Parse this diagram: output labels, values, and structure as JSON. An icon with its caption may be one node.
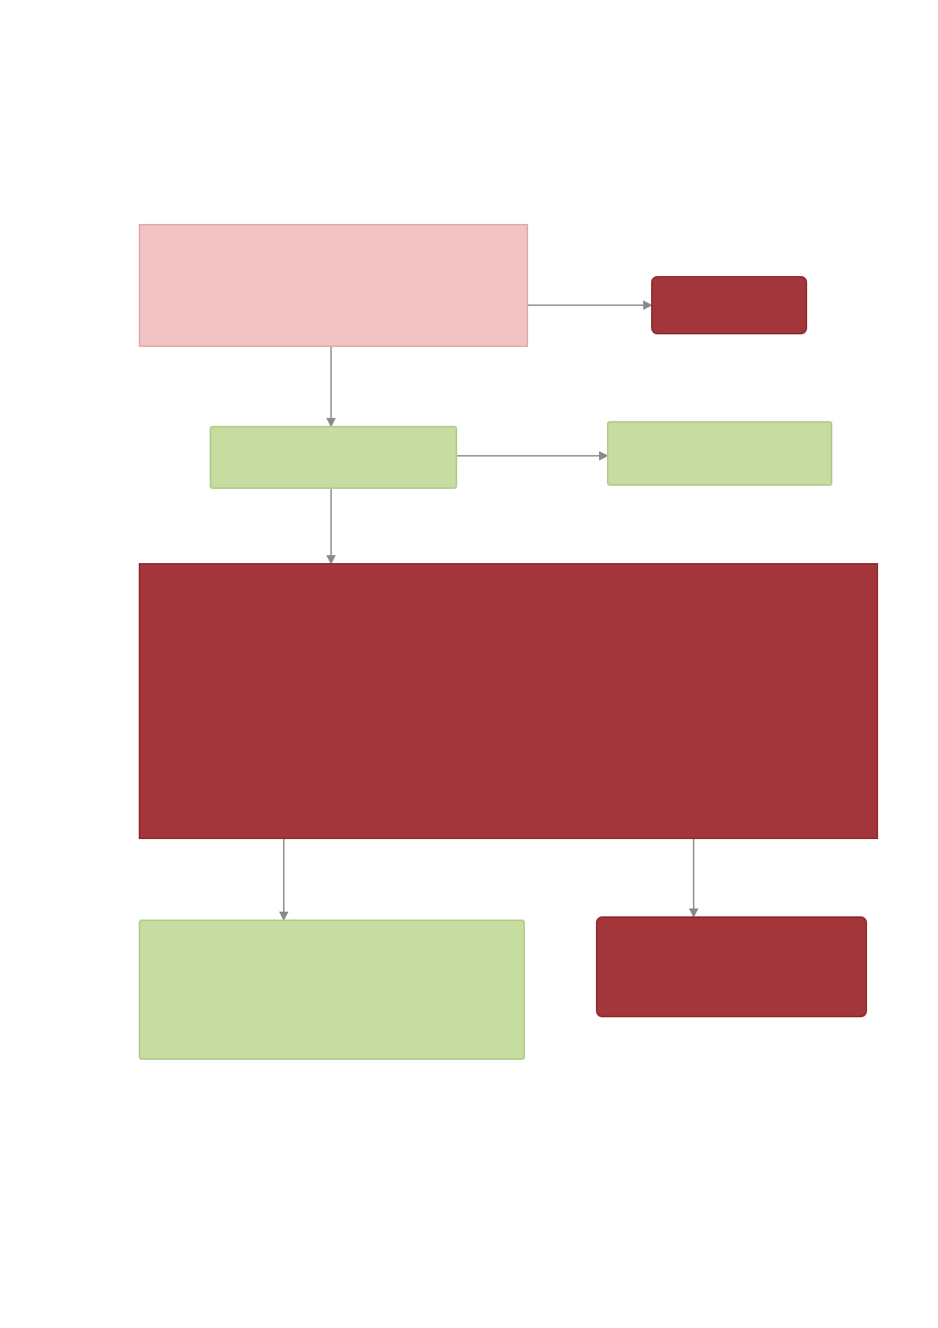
{
  "diagram": {
    "nodes": [
      {
        "text": [],
        "shape": "box"
      },
      {
        "text": [],
        "shape": "box"
      },
      {
        "text": [],
        "shape": "box"
      },
      {
        "text": [],
        "shape": "box"
      },
      {
        "text": [],
        "shape": "box"
      },
      {
        "text": [],
        "shape": "box"
      },
      {
        "text": [],
        "shape": "box"
      }
    ],
    "edges": [
      {
        "from": 0,
        "to": 1,
        "arrow": "to"
      },
      {
        "from": 0,
        "to": 2,
        "arrow": "to"
      },
      {
        "from": 2,
        "to": 3,
        "arrow": "to"
      },
      {
        "from": 2,
        "to": 4,
        "arrow": "to"
      },
      {
        "from": 4,
        "to": 5,
        "arrow": "to"
      },
      {
        "from": 4,
        "to": 6,
        "arrow": "to"
      }
    ]
  }
}
